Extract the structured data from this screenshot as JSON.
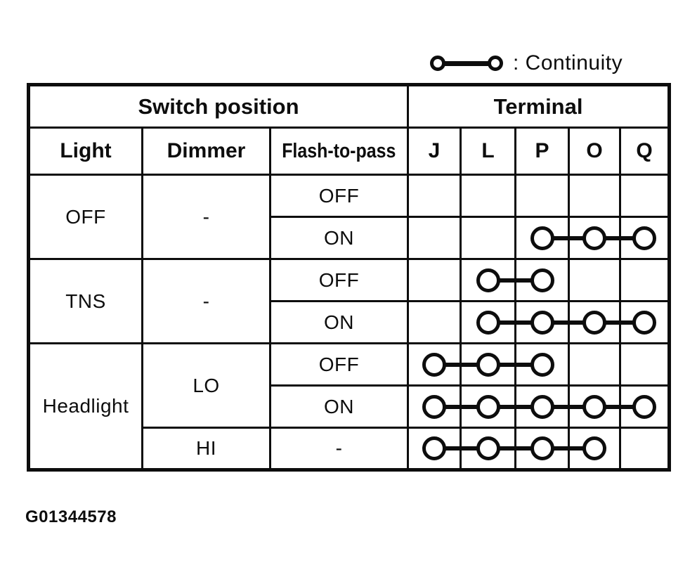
{
  "colors": {
    "ink": "#0d0d0d",
    "background": "#ffffff"
  },
  "legend": {
    "symbol": "two circles joined by a line",
    "label": ": Continuity"
  },
  "figure_code": "G01344578",
  "table": {
    "group_headers": [
      {
        "label": "Switch position",
        "span": 3
      },
      {
        "label": "Terminal",
        "span": 5
      }
    ],
    "column_headers": [
      "Light",
      "Dimmer",
      "Flash-to-pass"
    ],
    "terminal_headers": [
      "J",
      "L",
      "P",
      "O",
      "Q"
    ],
    "rows": [
      {
        "light": {
          "label": "OFF",
          "rowspan": 2
        },
        "dimmer": {
          "label": "-",
          "rowspan": 2
        },
        "flash_to_pass": "OFF",
        "continuity": []
      },
      {
        "flash_to_pass": "ON",
        "continuity": [
          "P",
          "O",
          "Q"
        ]
      },
      {
        "light": {
          "label": "TNS",
          "rowspan": 2
        },
        "dimmer": {
          "label": "-",
          "rowspan": 2
        },
        "flash_to_pass": "OFF",
        "continuity": [
          "L",
          "P"
        ]
      },
      {
        "flash_to_pass": "ON",
        "continuity": [
          "L",
          "P",
          "O",
          "Q"
        ]
      },
      {
        "light": {
          "label": "Headlight",
          "rowspan": 3
        },
        "dimmer": {
          "label": "LO",
          "rowspan": 2
        },
        "flash_to_pass": "OFF",
        "continuity": [
          "J",
          "L",
          "P"
        ]
      },
      {
        "flash_to_pass": "ON",
        "continuity": [
          "J",
          "L",
          "P",
          "O",
          "Q"
        ]
      },
      {
        "dimmer": {
          "label": "HI",
          "rowspan": 1
        },
        "flash_to_pass": "-",
        "continuity": [
          "J",
          "L",
          "P",
          "O"
        ]
      }
    ]
  }
}
